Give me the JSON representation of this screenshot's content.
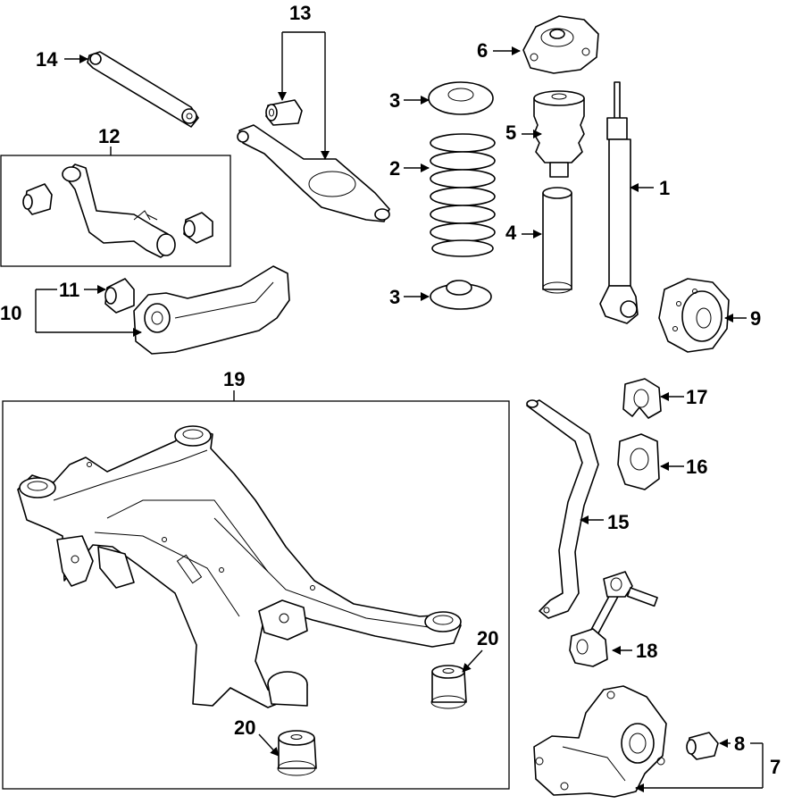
{
  "callouts": {
    "c1": "1",
    "c2": "2",
    "c3a": "3",
    "c3b": "3",
    "c4": "4",
    "c5": "5",
    "c6": "6",
    "c7": "7",
    "c8": "8",
    "c9": "9",
    "c10": "10",
    "c11": "11",
    "c12": "12",
    "c13": "13",
    "c14": "14",
    "c15": "15",
    "c16": "16",
    "c17": "17",
    "c18": "18",
    "c19": "19",
    "c20a": "20",
    "c20b": "20"
  }
}
